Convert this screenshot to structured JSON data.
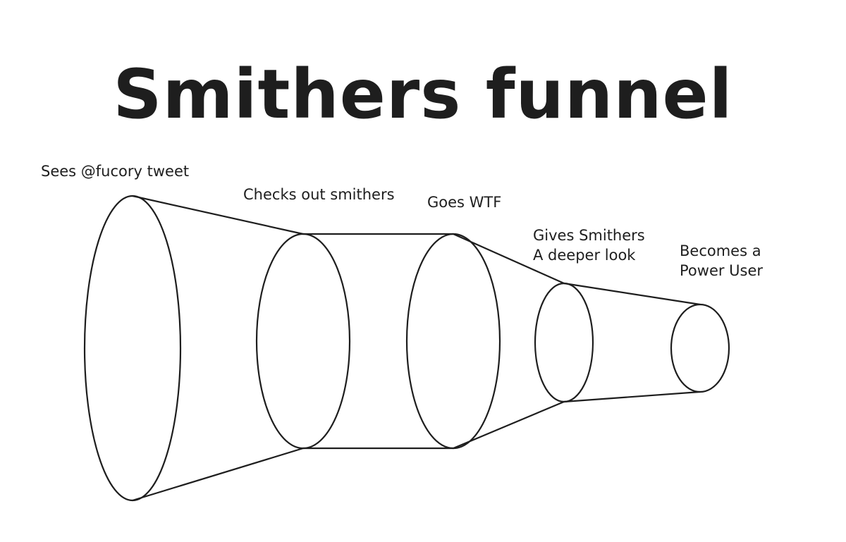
{
  "title": "Smithers funnel",
  "stages": [
    {
      "label": "Sees @fucory tweet"
    },
    {
      "label": "Checks out smithers"
    },
    {
      "label": "Goes WTF"
    },
    {
      "label": "Gives Smithers\nA deeper look"
    },
    {
      "label": "Becomes a\nPower User"
    }
  ],
  "colors": {
    "stroke": "#1e1e1e",
    "background": "#ffffff"
  }
}
